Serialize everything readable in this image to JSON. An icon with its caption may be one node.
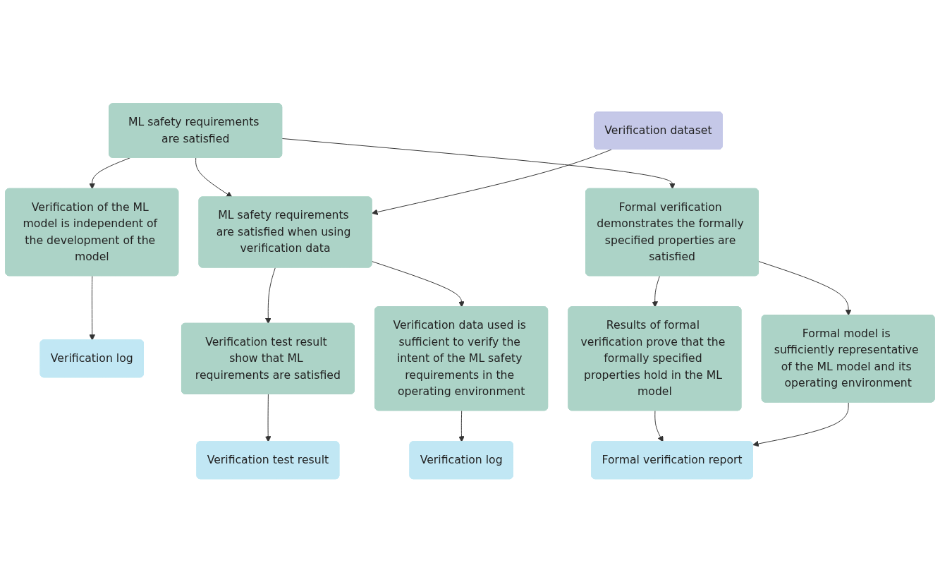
{
  "diagram": {
    "nodes": [
      {
        "text": [
          "ML safety requirements are satisfied"
        ]
      },
      {
        "text": [
          "Verification of the ML model is independent of the development of the model"
        ]
      },
      {
        "text": [
          "Verification dataset"
        ]
      },
      {
        "text": [
          "ML safety requirements are satisfied when using verification data"
        ]
      },
      {
        "text": [
          "Formal verification demonstrates the formally specified properties are satisfied"
        ]
      },
      {
        "text": [
          "Verification log"
        ]
      },
      {
        "text": [
          "Verification test result show that ML requirements are satisfied"
        ]
      },
      {
        "text": [
          "Verification data used is sufficient to verify the intent of the ML safety requirements in the operating environment"
        ]
      },
      {
        "text": [
          "Results of formal verification prove that the formally specified properties hold in the ML model"
        ]
      },
      {
        "text": [
          "Formal model is sufficiently representative of the ML model and its operating environment"
        ]
      },
      {
        "text": [
          "Verification test result"
        ]
      },
      {
        "text": [
          "Verification log"
        ]
      },
      {
        "text": [
          "Formal verification report"
        ]
      }
    ],
    "edges": [
      {
        "from": 0,
        "to": 1,
        "arrow": "to"
      },
      {
        "from": 0,
        "to": 3,
        "arrow": "to"
      },
      {
        "from": 0,
        "to": 4,
        "arrow": "to"
      },
      {
        "from": 1,
        "to": 5,
        "arrow": "to"
      },
      {
        "from": 2,
        "to": 3,
        "arrow": "to"
      },
      {
        "from": 3,
        "to": 6,
        "arrow": "to"
      },
      {
        "from": 3,
        "to": 7,
        "arrow": "to"
      },
      {
        "from": 4,
        "to": 8,
        "arrow": "to"
      },
      {
        "from": 4,
        "to": 9,
        "arrow": "to"
      },
      {
        "from": 6,
        "to": 10,
        "arrow": "to"
      },
      {
        "from": 7,
        "to": 11,
        "arrow": "to"
      },
      {
        "from": 8,
        "to": 12,
        "arrow": "to"
      },
      {
        "from": 9,
        "to": 12,
        "arrow": "to"
      }
    ]
  }
}
